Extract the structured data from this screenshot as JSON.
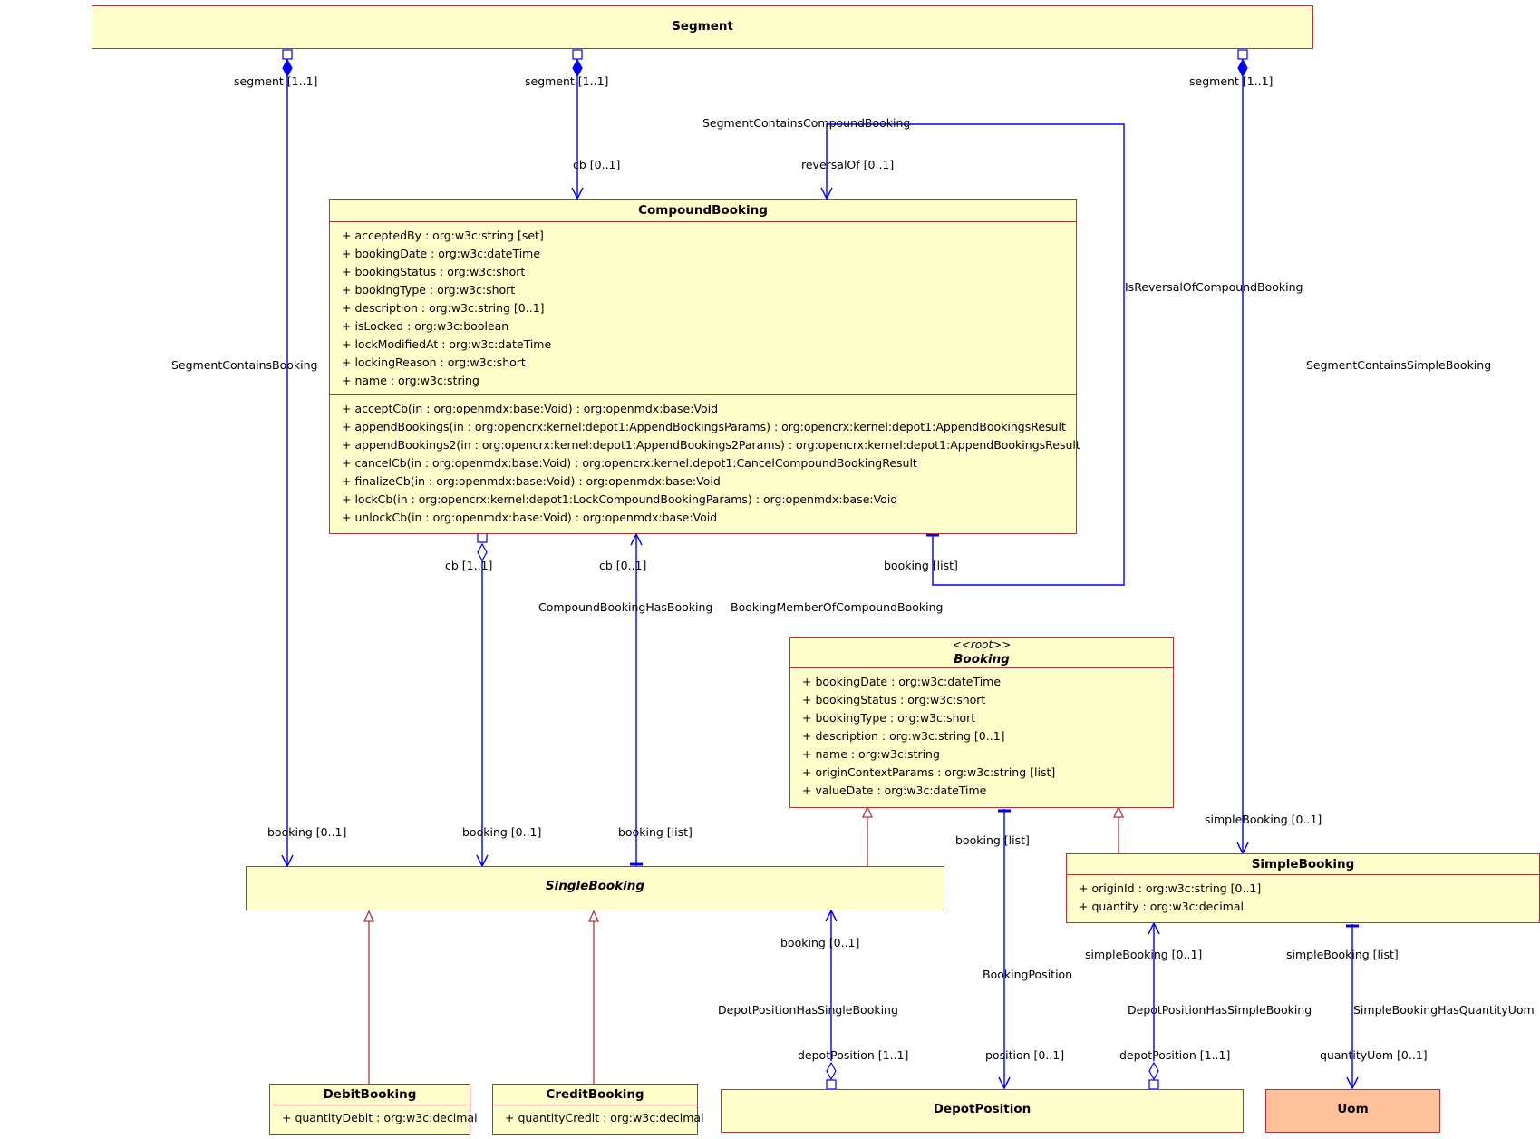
{
  "classes": {
    "segment": {
      "name": "Segment"
    },
    "compound_booking": {
      "name": "CompoundBooking",
      "attributes": [
        "+ acceptedBy : org:w3c:string [set]",
        "+ bookingDate : org:w3c:dateTime",
        "+ bookingStatus : org:w3c:short",
        "+ bookingType : org:w3c:short",
        "+ description : org:w3c:string [0..1]",
        "+ isLocked : org:w3c:boolean",
        "+ lockModifiedAt : org:w3c:dateTime",
        "+ lockingReason : org:w3c:short",
        "+ name : org:w3c:string"
      ],
      "operations": [
        "+ acceptCb(in : org:openmdx:base:Void) : org:openmdx:base:Void",
        "+ appendBookings(in : org:opencrx:kernel:depot1:AppendBookingsParams) : org:opencrx:kernel:depot1:AppendBookingsResult",
        "+ appendBookings2(in : org:opencrx:kernel:depot1:AppendBookings2Params) : org:opencrx:kernel:depot1:AppendBookingsResult",
        "+ cancelCb(in : org:openmdx:base:Void) : org:opencrx:kernel:depot1:CancelCompoundBookingResult",
        "+ finalizeCb(in : org:openmdx:base:Void) : org:openmdx:base:Void",
        "+ lockCb(in : org:opencrx:kernel:depot1:LockCompoundBookingParams) : org:openmdx:base:Void",
        "+ unlockCb(in : org:openmdx:base:Void) : org:openmdx:base:Void"
      ]
    },
    "booking": {
      "stereotype": "<<root>>",
      "name": "Booking",
      "attributes": [
        "+ bookingDate : org:w3c:dateTime",
        "+ bookingStatus : org:w3c:short",
        "+ bookingType : org:w3c:short",
        "+ description : org:w3c:string [0..1]",
        "+ name : org:w3c:string",
        "+ originContextParams : org:w3c:string [list]",
        "+ valueDate : org:w3c:dateTime"
      ]
    },
    "single_booking": {
      "name": "SingleBooking"
    },
    "simple_booking": {
      "name": "SimpleBooking",
      "attributes": [
        "+ originId : org:w3c:string [0..1]",
        "+ quantity : org:w3c:decimal"
      ]
    },
    "debit_booking": {
      "name": "DebitBooking",
      "attributes": [
        "+ quantityDebit : org:w3c:decimal"
      ]
    },
    "credit_booking": {
      "name": "CreditBooking",
      "attributes": [
        "+ quantityCredit : org:w3c:decimal"
      ]
    },
    "depot_position": {
      "name": "DepotPosition"
    },
    "uom": {
      "name": "Uom"
    }
  },
  "labels": {
    "seg_role_1": "segment [1..1]",
    "seg_role_2": "segment [1..1]",
    "seg_role_3": "segment [1..1]",
    "assoc_segment_contains_booking": "SegmentContainsBooking",
    "assoc_segment_contains_compound": "SegmentContainsCompoundBooking",
    "assoc_segment_contains_simple": "SegmentContainsSimpleBooking",
    "assoc_is_reversal": "IsReversalOfCompoundBooking",
    "cb_01_top": "cb [0..1]",
    "reversal_of": "reversalOf [0..1]",
    "cb_11": "cb [1..1]",
    "cb_01_bottom": "cb [0..1]",
    "booking_list_cb": "booking [list]",
    "assoc_compound_has_booking": "CompoundBookingHasBooking",
    "assoc_booking_member": "BookingMemberOfCompoundBooking",
    "booking_01_a": "booking [0..1]",
    "booking_01_b": "booking [0..1]",
    "booking_list_sb": "booking [list]",
    "booking_list_pos": "booking [list]",
    "simple_booking_01_top": "simpleBooking [0..1]",
    "booking_01_dp": "booking [0..1]",
    "assoc_depot_has_single": "DepotPositionHasSingleBooking",
    "depot_position_11_a": "depotPosition [1..1]",
    "assoc_booking_position": "BookingPosition",
    "position_01": "position [0..1]",
    "simple_booking_01_dp": "simpleBooking [0..1]",
    "assoc_depot_has_simple": "DepotPositionHasSimpleBooking",
    "depot_position_11_b": "depotPosition [1..1]",
    "simple_booking_list": "simpleBooking [list]",
    "assoc_simple_has_uom": "SimpleBookingHasQuantityUom",
    "quantity_uom_01": "quantityUom [0..1]"
  },
  "colors": {
    "class_fill": "#ffffcc",
    "class_border": "#b0353a",
    "uom_fill": "#ffc09a",
    "association": "#0000ff",
    "generalization": "#b0353a"
  }
}
